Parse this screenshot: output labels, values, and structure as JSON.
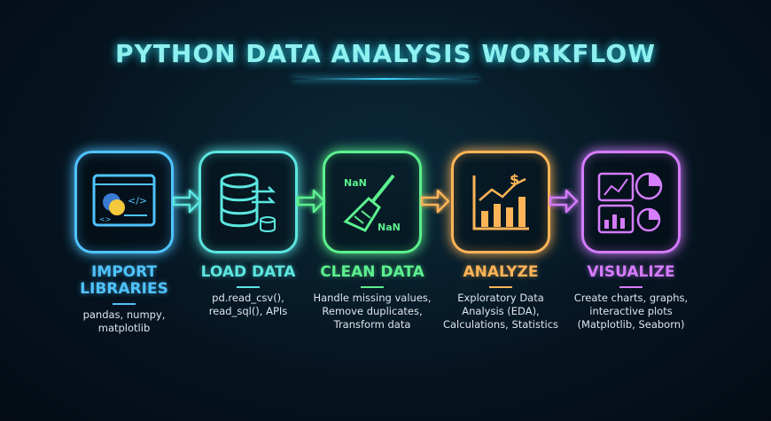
{
  "title": "PYTHON DATA ANALYSIS WORKFLOW",
  "steps": [
    {
      "label": "IMPORT LIBRARIES",
      "desc": "pandas, numpy, matplotlib",
      "color": "#4fc3ff",
      "icon": "python-code-window-icon"
    },
    {
      "label": "LOAD DATA",
      "desc": "pd.read_csv(), read_sql(), APIs",
      "color": "#5ce6e0",
      "icon": "database-icon"
    },
    {
      "label": "CLEAN DATA",
      "desc": "Handle missing values, Remove duplicates, Transform data",
      "color": "#5cf08e",
      "icon": "broom-nan-icon",
      "nan": "NaN"
    },
    {
      "label": "ANALYZE",
      "desc": "Exploratory Data Analysis (EDA), Calculations, Statistics",
      "color": "#ffb457",
      "icon": "trend-chart-icon",
      "currency": "$"
    },
    {
      "label": "VISUALIZE",
      "desc": "Create charts, graphs, interactive plots (Matplotlib, Seaborn)",
      "color": "#d57cff",
      "icon": "dashboard-charts-icon"
    }
  ]
}
